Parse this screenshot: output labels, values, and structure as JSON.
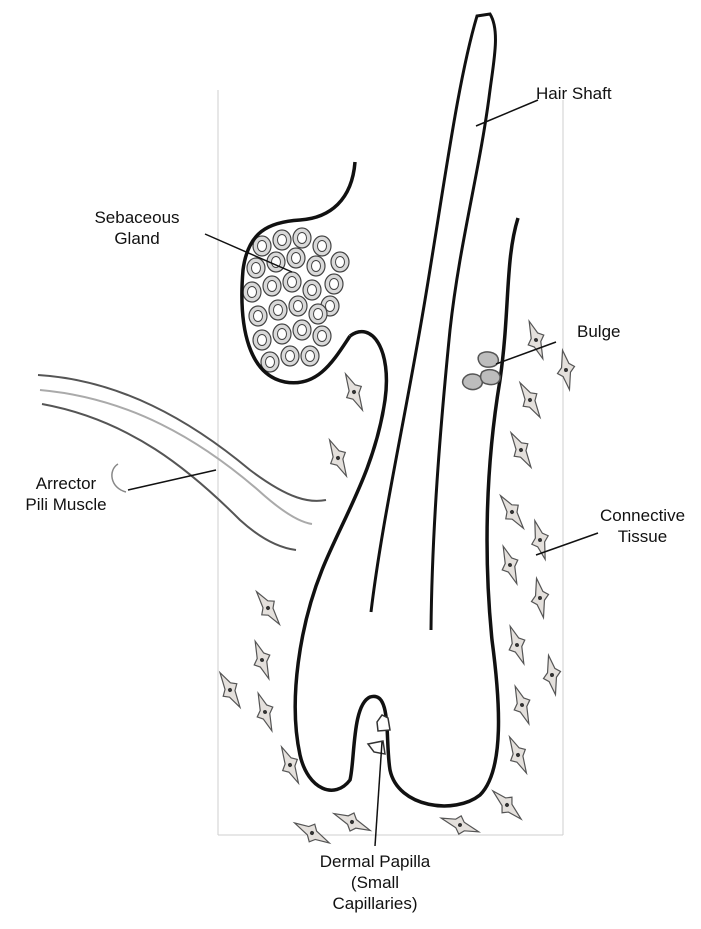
{
  "labels": {
    "hair_shaft": "Hair Shaft",
    "sebaceous_gland": [
      "Sebaceous",
      "Gland"
    ],
    "bulge": "Bulge",
    "arrector_pili": [
      "Arrector",
      "Pili Muscle"
    ],
    "connective_tissue": [
      "Connective",
      "Tissue"
    ],
    "dermal_papilla": [
      "Dermal Papilla",
      "(Small",
      "Capillaries)"
    ]
  },
  "colors": {
    "outline": "#111111",
    "cell_fill": "#d9d9d9",
    "fibroblast_fill": "#e4e0dc",
    "bulge_fill": "#bdbdbd",
    "frame": "#cfcfcf"
  },
  "icons": {
    "fibroblast": "spindle-cell-icon",
    "sebocyte": "cell-icon",
    "capillary": "capillary-icon"
  }
}
